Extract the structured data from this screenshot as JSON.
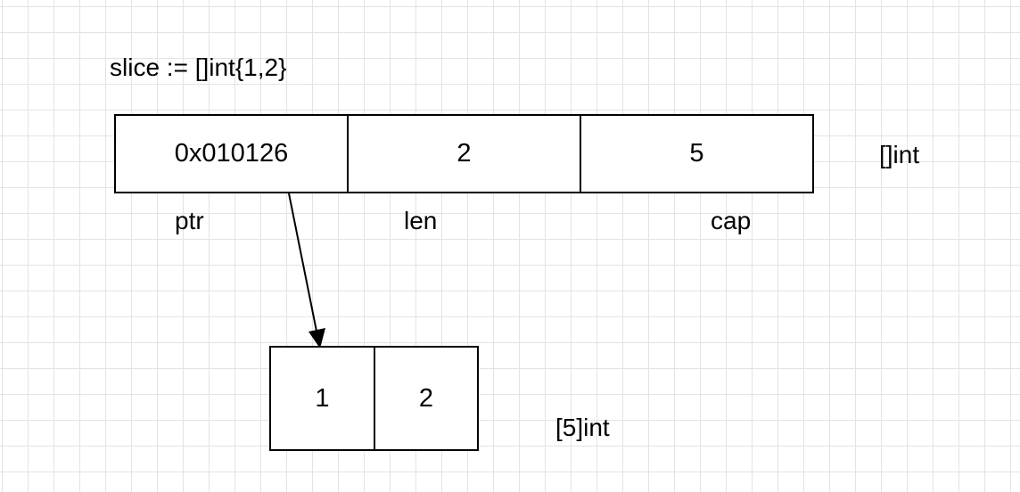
{
  "code_label": "slice := []int{1,2}",
  "slice_header": {
    "type_label": "[]int",
    "cells": [
      {
        "value": "0x010126",
        "field": "ptr"
      },
      {
        "value": "2",
        "field": "len"
      },
      {
        "value": "5",
        "field": "cap"
      }
    ]
  },
  "backing_array": {
    "type_label": "[5]int",
    "cells": [
      "1",
      "2"
    ]
  }
}
